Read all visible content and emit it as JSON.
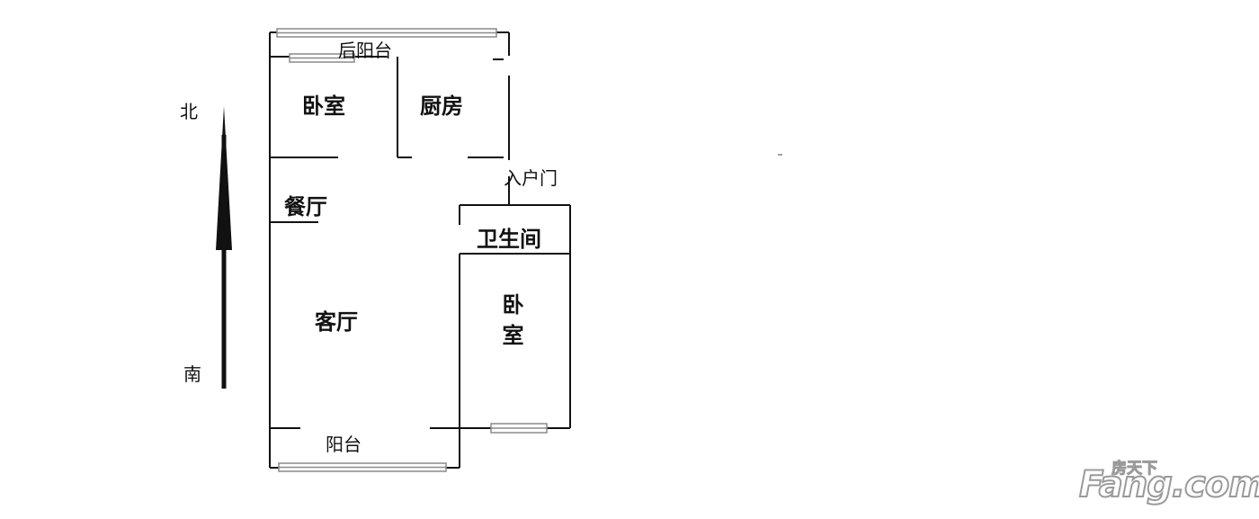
{
  "compass": {
    "north": "北",
    "south": "南"
  },
  "rooms": {
    "rear_balcony": "后阳台",
    "bedroom_north": "卧室",
    "kitchen": "厨房",
    "entrance_door": "入户门",
    "dining_room": "餐厅",
    "bathroom": "卫生间",
    "living_room": "客厅",
    "bedroom_south": "卧室",
    "balcony": "阳台"
  },
  "watermark": {
    "brand_cn": "房天下",
    "brand_en": "Fang.com"
  },
  "colors": {
    "wall": "#111111",
    "window_frame": "#8a8a8a",
    "watermark_stroke": "#9a9a9a"
  }
}
